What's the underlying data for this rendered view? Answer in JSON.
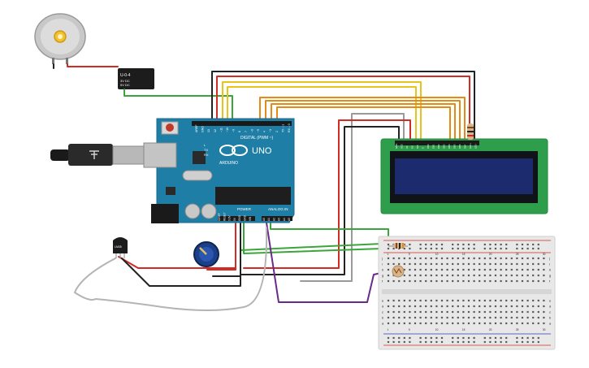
{
  "arduino": {
    "brand_text": "ARDUINO",
    "model_text": "UNO",
    "digital_header_label": "DIGITAL (PWM ~)",
    "power_label": "POWER",
    "analog_label": "ANALOG IN",
    "tx_label": "TX",
    "rx_label": "RX",
    "l_label": "L",
    "digital_pins": [
      "AREF",
      "GND",
      "13",
      "12",
      "~11",
      "~10",
      "~9",
      "8",
      "7",
      "~6",
      "~5",
      "4",
      "~3",
      "2",
      "TX→1",
      "RX←0"
    ],
    "power_pins": [
      "IOREF",
      "RESET",
      "3.3V",
      "5V",
      "GND",
      "GND",
      "VIN"
    ],
    "analog_pins": [
      "A0",
      "A1",
      "A2",
      "A3",
      "A4",
      "A5"
    ]
  },
  "relay": {
    "title": "U-0-4",
    "spec_line1": "3V DC",
    "spec_line2": "5V DC"
  },
  "temp_sensor": {
    "label": "LM35"
  },
  "lcd": {
    "pin_labels": [
      "GND",
      "VCC",
      "V0",
      "RS",
      "RW",
      "E",
      "DB0",
      "DB1",
      "DB2",
      "DB3",
      "DB4",
      "DB5",
      "DB6",
      "DB7",
      "LED+",
      "LED-"
    ]
  },
  "breadboard": {
    "row_letters_top": [
      "j",
      "i",
      "h",
      "g",
      "f"
    ],
    "row_letters_bottom": [
      "e",
      "d",
      "c",
      "b",
      "a"
    ],
    "column_numbers": [
      "1",
      "5",
      "10",
      "15",
      "20",
      "25",
      "30"
    ]
  },
  "colors": {
    "board": "#1f7ea6",
    "lcd_pcb": "#2e9e4c",
    "lcd_screen": "#1c2a6e",
    "wire_red": "#d42a24",
    "wire_black": "#222222",
    "wire_yellow": "#e8c31a",
    "wire_orange": "#e58a14",
    "wire_green": "#3aa63a",
    "wire_gray": "#9a9a9a",
    "wire_purple": "#6a2a8a"
  }
}
